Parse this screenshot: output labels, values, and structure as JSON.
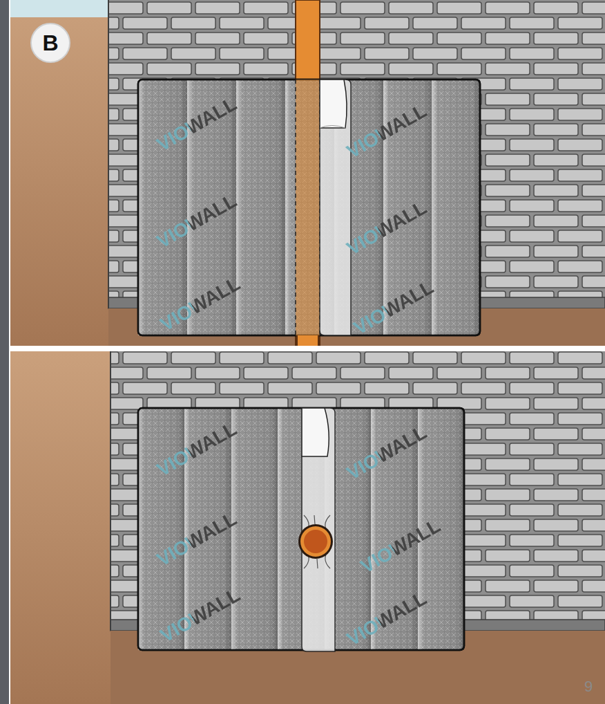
{
  "diagram": {
    "nodes": [
      {
        "text": [
          "B"
        ]
      }
    ],
    "labels": [
      "VIOWALL",
      "VIOWALL",
      "VIOWALL",
      "VIOWALL",
      "VIOWALL",
      "VIOWALL",
      "VIOWALL",
      "VIOWALL",
      "VIOWALL",
      "VIOWALL",
      "VIOWALL",
      "VIOWALL",
      "9"
    ]
  }
}
